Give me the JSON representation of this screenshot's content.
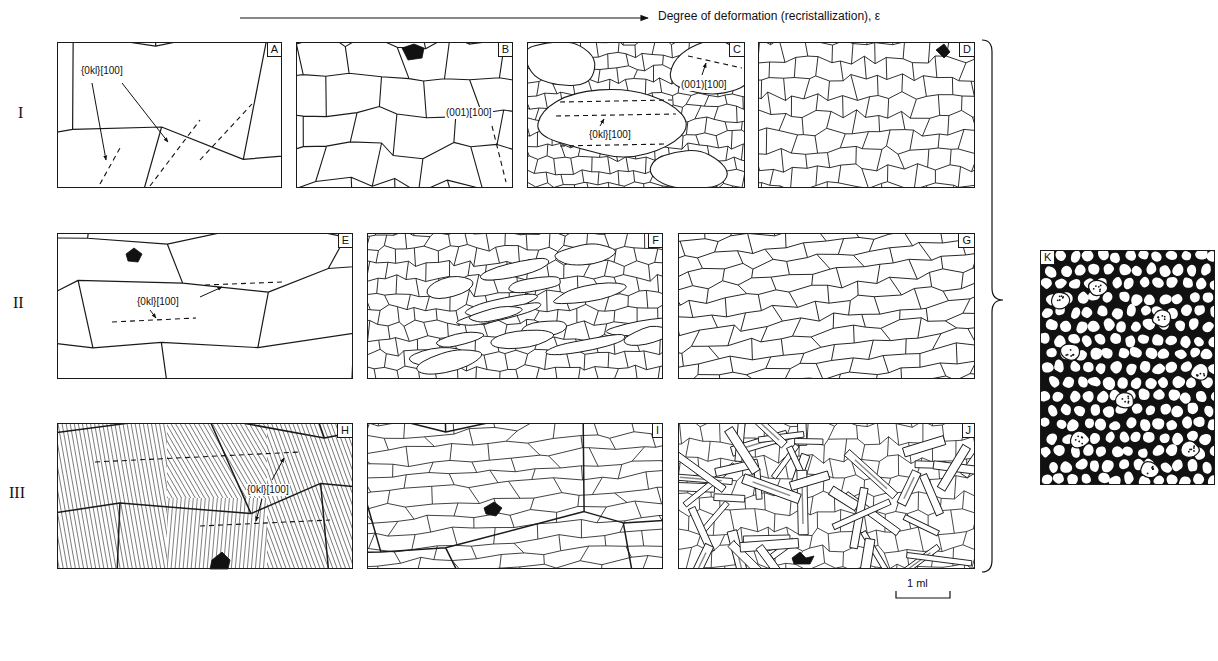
{
  "diagram": {
    "nodes": [
      {
        "text": [
          "A",
          "{0kl}[100]"
        ]
      },
      {
        "text": [
          "B",
          "(001)[100]"
        ]
      },
      {
        "text": [
          "C",
          "(001)[100]",
          "{0kl}[100]"
        ]
      },
      {
        "text": [
          "D"
        ]
      },
      {
        "text": [
          "E",
          "{0kl}[100]"
        ]
      },
      {
        "text": [
          "F"
        ]
      },
      {
        "text": [
          "G"
        ]
      },
      {
        "text": [
          "H",
          "{0kl}[100]"
        ]
      },
      {
        "text": [
          "I"
        ]
      },
      {
        "text": [
          "J"
        ]
      },
      {
        "text": [
          "K"
        ]
      }
    ],
    "labels": [
      "Degree of deformation (recristallization), ε",
      "I",
      "II",
      "III",
      "1 ml"
    ]
  }
}
